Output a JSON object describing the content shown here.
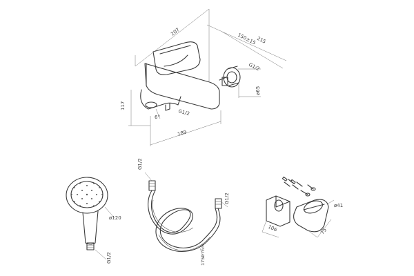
{
  "mixer": {
    "dim_overall_width": "207",
    "dim_depth_total": "215",
    "dim_depth_range": "150±15",
    "dim_height": "117",
    "dim_spout_length": "189",
    "dim_flange_diameter": "ø65",
    "thread_connection": "G1/2",
    "thread_spout_outlet": "G1/2",
    "angle_label": "6°"
  },
  "hand_shower": {
    "diameter": "ø120",
    "thread": "G1/2"
  },
  "hose": {
    "thread_top": "G1/2",
    "thread_right": "G1/2",
    "length": "1750 mm"
  },
  "holder": {
    "diameter": "ø41",
    "height": "106",
    "depth": "75"
  }
}
